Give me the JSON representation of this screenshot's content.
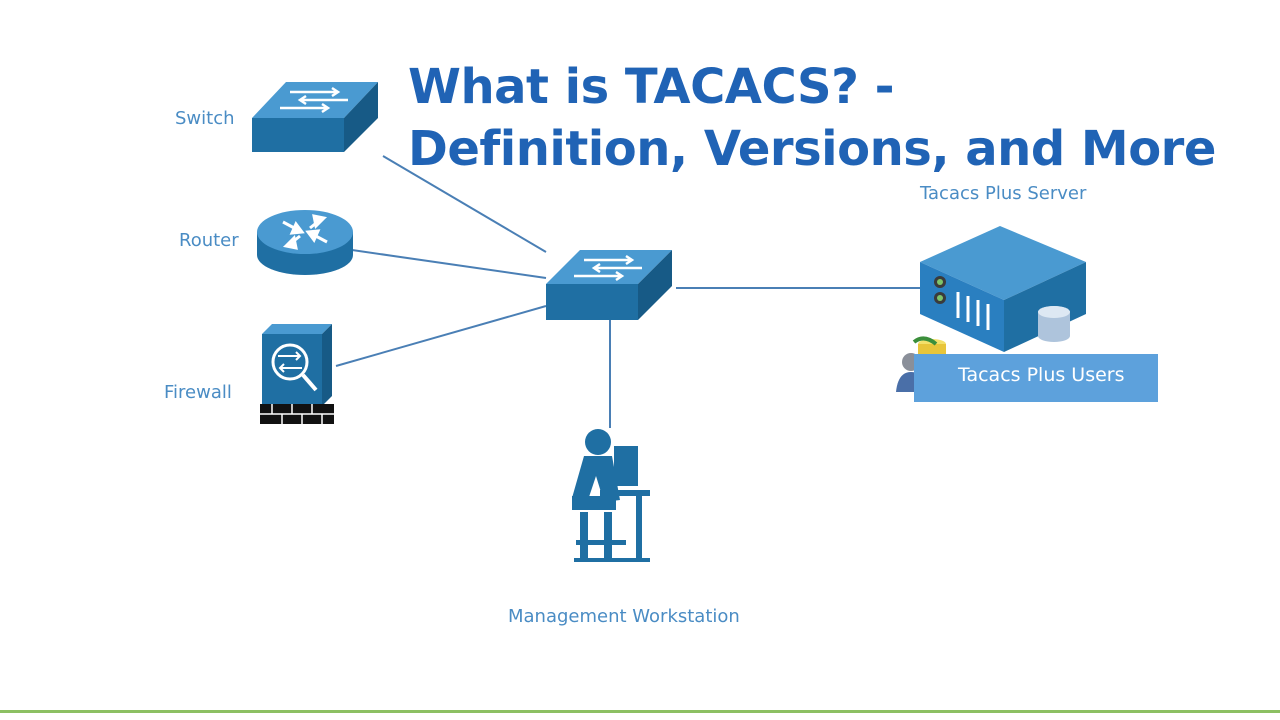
{
  "title": {
    "line1": "What is TACACS? -",
    "line2": "Definition, Versions, and More"
  },
  "labels": {
    "switch": "Switch",
    "router": "Router",
    "firewall": "Firewall",
    "server": "Tacacs Plus Server",
    "users": "Tacacs Plus Users",
    "workstation": "Management Workstation"
  },
  "colors": {
    "title": "#2063b5",
    "device": "#1f6fa3",
    "label": "#4a8cc4",
    "footer": "#8cc063"
  }
}
